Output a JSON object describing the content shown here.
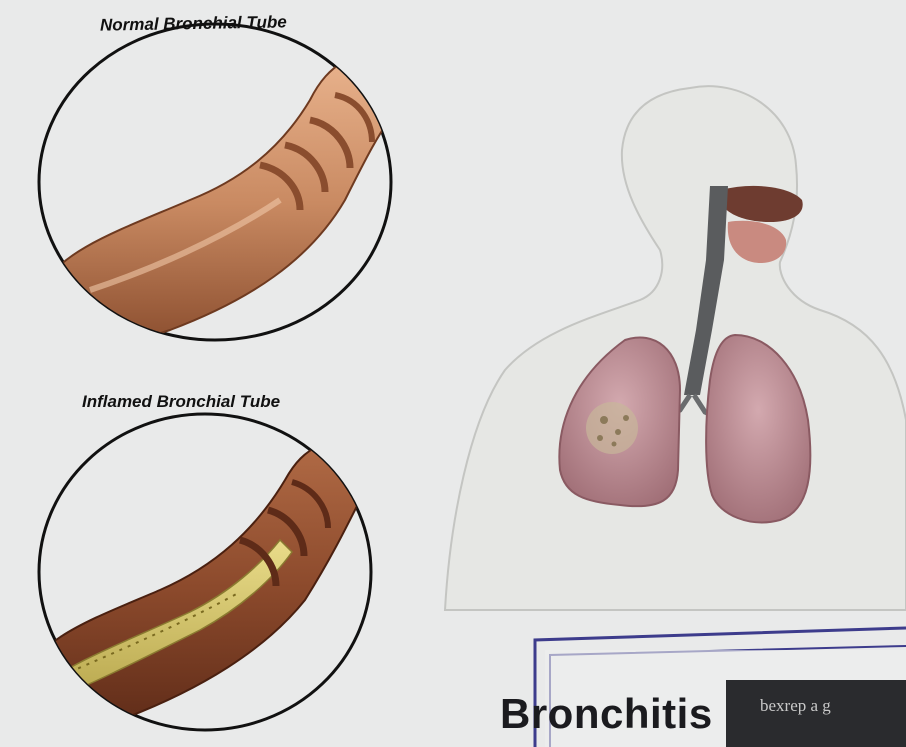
{
  "labels": {
    "normal_tube": "Normal Bronchial Tube",
    "inflamed_tube": "Inflamed Bronchial Tube",
    "title": "Bronchitis",
    "caption": "bexrep a g"
  },
  "colors": {
    "background": "#e9eaea",
    "body_silhouette": "#e6e7e4",
    "lung": "#b98c93",
    "healthy_tube": "#c98a62",
    "inflamed_tube_wall": "#8c4a2c",
    "mucus": "#cfc16a",
    "frame_blue": "#3d3c8c",
    "caption_bg": "#2a2b2e"
  },
  "icons": [
    "normal-bronchial-tube-illustration",
    "inflamed-bronchial-tube-illustration",
    "human-respiratory-system-illustration"
  ]
}
